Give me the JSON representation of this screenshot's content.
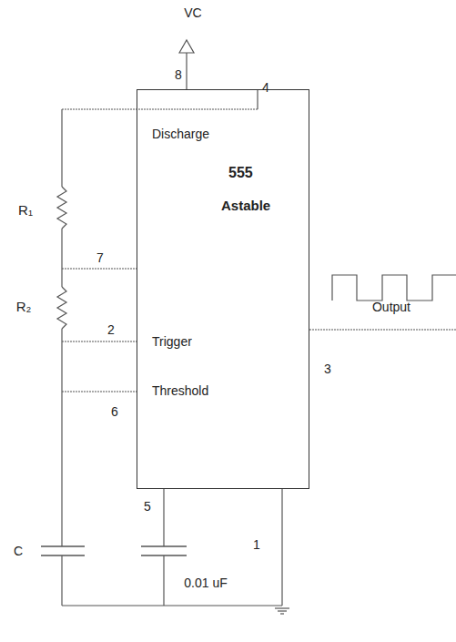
{
  "diagram": {
    "nodes": [
      {
        "text": [
          "Discharge",
          "555",
          "Astable",
          "Trigger",
          "Threshold"
        ]
      }
    ],
    "labels": [
      "VC",
      "8",
      "4",
      "R₁",
      "7",
      "R₂",
      "2",
      "6",
      "3",
      "Output",
      "5",
      "1",
      "C",
      "0.01 uF"
    ]
  }
}
